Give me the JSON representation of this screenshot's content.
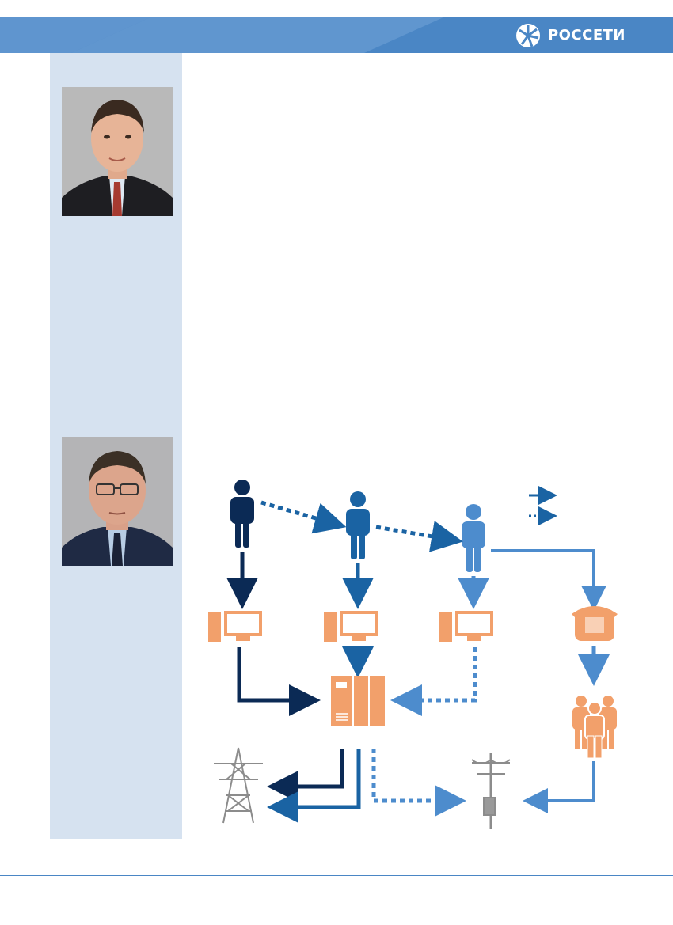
{
  "header": {
    "brand": "РОССЕТИ",
    "logo_icon": "rosseti-emblem-icon",
    "band_color": "#4a86c5"
  },
  "sidebar": {
    "background": "#d6e2f0",
    "portraits": [
      "portrait-photo",
      "portrait-photo"
    ]
  },
  "diagram": {
    "colors": {
      "dark": "#0b2a55",
      "medium": "#1a63a3",
      "light": "#4d8ccd",
      "equipment": "#f2a06b",
      "infrastructure": "#8c8c8c"
    },
    "icons": [
      "person-icon",
      "computer-icon",
      "telephone-icon",
      "server-cabinet-icon",
      "group-icon",
      "power-tower-icon",
      "utility-pole-icon"
    ]
  }
}
